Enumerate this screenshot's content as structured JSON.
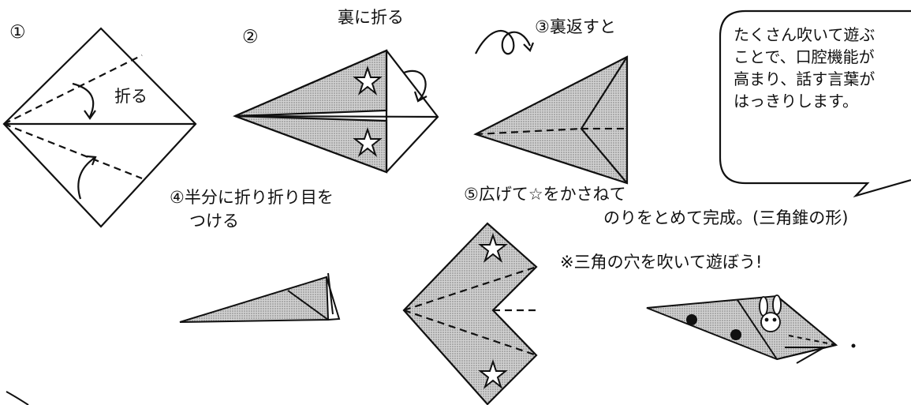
{
  "steps": {
    "s1": {
      "number": "①",
      "instruction": "折る"
    },
    "s2": {
      "number": "②",
      "instruction": "裏に折る"
    },
    "s3": {
      "caption": "③裏返すと"
    },
    "s4": {
      "caption_line1": "④半分に折り折り目を",
      "caption_line2": "つける"
    },
    "s5": {
      "caption_line1": "⑤広げて☆をかさねて",
      "caption_line2": "のりをとめて完成。(三角錐の形)"
    }
  },
  "note": "※三角の穴を吹いて遊ぼう!",
  "speech_bubble": {
    "lines": [
      "たくさん吹いて遊ぶ",
      "ことで、口腔機能が",
      "高まり、話す言葉が",
      "はっきりします。"
    ]
  },
  "colors": {
    "line": "#111111",
    "fill": "#c9c9c9",
    "background": "#ffffff"
  },
  "icons": [
    "star-icon",
    "curved-arrow-icon",
    "flip-arrow-icon",
    "rabbit-icon"
  ]
}
